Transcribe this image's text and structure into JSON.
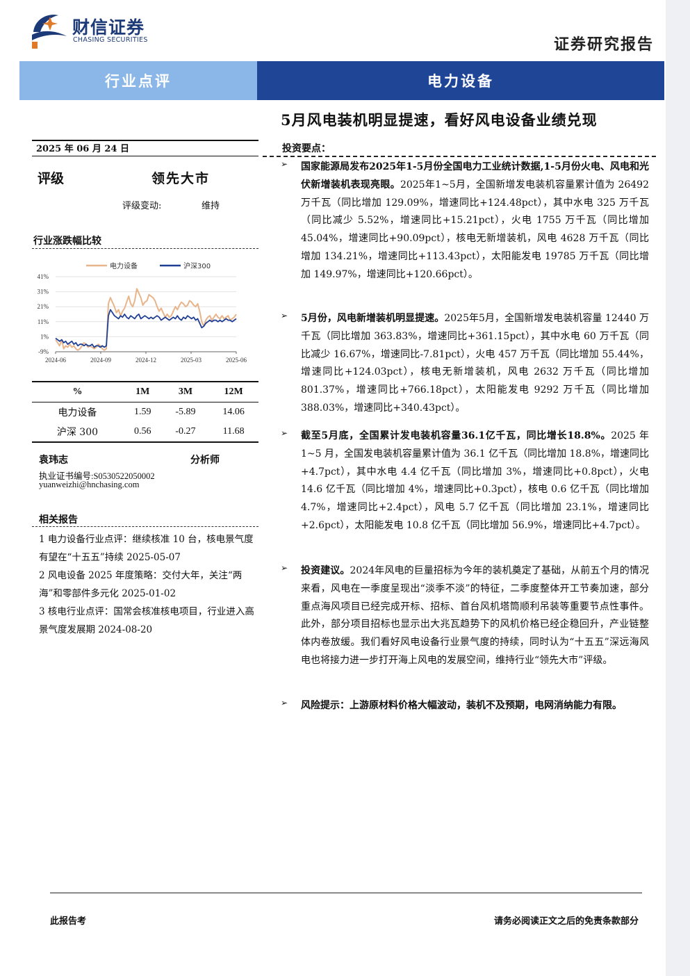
{
  "brand": {
    "name_cn": "财信证券",
    "name_en": "CHASING SECURITIES"
  },
  "report_type": "证券研究报告",
  "band": {
    "left": "行业点评",
    "right": "电力设备"
  },
  "headline": "5月风电装机明显提速，看好风电设备业绩兑现",
  "date": "2025 年 06 月 24 日",
  "rating": {
    "label": "评级",
    "value": "领先大市",
    "change_label": "评级变动:",
    "change_value": "维持"
  },
  "chart_section_title": "行业涨跌幅比较",
  "chart_data": {
    "type": "line",
    "legend": [
      "电力设备",
      "沪深300"
    ],
    "series_colors": [
      "#e8b48a",
      "#1f3f95"
    ],
    "x_ticks": [
      "2024-06",
      "2024-09",
      "2024-12",
      "2025-03",
      "2025-06"
    ],
    "y_ticks": [
      "41%",
      "31%",
      "21%",
      "11%",
      "1%",
      "-9%"
    ],
    "ylim": [
      -9,
      41
    ],
    "series": [
      {
        "name": "电力设备",
        "values": [
          -1,
          -3,
          -5,
          -1,
          -7,
          -5,
          -6,
          -4,
          -6,
          -5,
          -7,
          -8,
          -7,
          -5,
          -3,
          -4,
          -6,
          -5,
          -6,
          -7,
          -6,
          -4,
          -5,
          -7,
          -8,
          -7,
          23,
          27,
          24,
          21,
          17,
          19,
          15,
          18,
          20,
          24,
          28,
          23,
          21,
          25,
          33,
          30,
          27,
          22,
          24,
          25,
          29,
          28,
          27,
          25,
          21,
          18,
          20,
          17,
          14,
          16,
          14,
          15,
          18,
          21,
          19,
          22,
          24,
          23,
          21,
          22,
          25,
          24,
          22,
          21,
          23,
          18,
          11,
          8,
          12,
          14,
          15,
          12,
          14,
          16,
          14,
          13,
          15,
          13,
          14,
          15,
          12,
          13,
          14,
          16
        ]
      },
      {
        "name": "沪深300",
        "values": [
          0,
          -1,
          -2,
          -1,
          -3,
          -2,
          -4,
          -3,
          -2,
          -4,
          -3,
          -5,
          -4,
          -4,
          -5,
          -4,
          -5,
          -5,
          -4,
          -6,
          -5,
          -5,
          -6,
          -5,
          -6,
          -5,
          15,
          19,
          17,
          15,
          14,
          13,
          15,
          14,
          16,
          14,
          13,
          15,
          14,
          13,
          15,
          16,
          13,
          14,
          15,
          14,
          13,
          14,
          13,
          14,
          15,
          14,
          12,
          13,
          14,
          13,
          12,
          13,
          14,
          13,
          15,
          13,
          12,
          14,
          13,
          15,
          14,
          13,
          14,
          12,
          13,
          10,
          7,
          8,
          10,
          11,
          12,
          11,
          12,
          12,
          11,
          12,
          11,
          12,
          13,
          12,
          12,
          11,
          12,
          13
        ]
      }
    ]
  },
  "perf_table": {
    "headers": [
      "%",
      "1M",
      "3M",
      "12M"
    ],
    "rows": [
      [
        "电力设备",
        "1.59",
        "-5.89",
        "14.06"
      ],
      [
        "沪深 300",
        "0.56",
        "-0.27",
        "11.68"
      ]
    ]
  },
  "analyst": {
    "name": "袁玮志",
    "title": "分析师",
    "cert": "执业证书编号:S0530522050002",
    "email": "yuanweizhi@hnchasing.com"
  },
  "related": {
    "title": "相关报告",
    "items": [
      "1 电力设备行业点评：继续核准 10 台，核电景气度有望在“十五五”持续 2025-05-07",
      "2 风电设备 2025 年度策略：交付大年，关注“两海”和零部件多元化 2025-01-02",
      "3 核电行业点评：国常会核准核电项目，行业进入高景气度发展期 2024-08-20"
    ]
  },
  "points": {
    "title": "投资要点：",
    "items": [
      {
        "bold": "国家能源局发布2025年1-5月份全国电力工业统计数据,1-5月份火电、风电和光伏新增装机表现亮眼。",
        "text": "2025年1~5月，全国新增发电装机容量累计值为 26492 万千瓦（同比增加 129.09%，增速同比+124.48pct），其中水电 325 万千瓦（同比减少 5.52%，增速同比+15.21pct），火电 1755 万千瓦（同比增加 45.04%，增速同比+90.09pct），核电无新增装机，风电 4628 万千瓦（同比增加 134.21%，增速同比+113.43pct），太阳能发电 19785 万千瓦（同比增加 149.97%，增速同比+120.66pct）。"
      },
      {
        "bold": "5月份，风电新增装机明显提速。",
        "text": "2025年5月，全国新增发电装机容量 12440 万千瓦（同比增加 363.83%，增速同比+361.15pct），其中水电 60 万千瓦（同比减少 16.67%，增速同比-7.81pct），火电 457 万千瓦（同比增加 55.44%，增速同比+124.03pct），核电无新增装机，风电 2632 万千瓦（同比增加 801.37%，增速同比+766.18pct），太阳能发电 9292 万千瓦（同比增加 388.03%，增速同比+340.43pct）。"
      },
      {
        "bold": "截至5月底，全国累计发电装机容量36.1亿千瓦，同比增长18.8%。",
        "text": "2025 年 1~5 月，全国发电装机容量累计值为 36.1 亿千瓦（同比增加 18.8%，增速同比+4.7pct），其中水电 4.4 亿千瓦（同比增加 3%，增速同比+0.8pct），火电 14.6 亿千瓦（同比增加 4%，增速同比+0.3pct），核电 0.6 亿千瓦（同比增加 4.7%，增速同比+2.4pct），风电 5.7 亿千瓦（同比增加 23.1%，增速同比+2.6pct），太阳能发电 10.8 亿千瓦（同比增加 56.9%，增速同比+4.7pct）。"
      },
      {
        "bold": "投资建议。",
        "text": "2024年风电的巨量招标为今年的装机奠定了基础，从前五个月的情况来看，风电在一季度呈现出“淡季不淡”的特征，二季度整体开工节奏加速，部分重点海风项目已经完成开标、招标、首台风机塔筒顺利吊装等重要节点性事件。此外，部分项目招标也显示出大兆瓦趋势下的风机价格已经企稳回升，产业链整体内卷放缓。我们看好风电设备行业景气度的持续，同时认为“十五五”深远海风电也将接力进一步打开海上风电的发展空间，维持行业“领先大市”评级。"
      },
      {
        "bold": "风险提示：上游原材料价格大幅波动，装机不及预期，电网消纳能力有限。",
        "text": ""
      }
    ]
  },
  "footer": {
    "left": "此报告考",
    "right": "请务必阅读正文之后的免责条款部分"
  }
}
